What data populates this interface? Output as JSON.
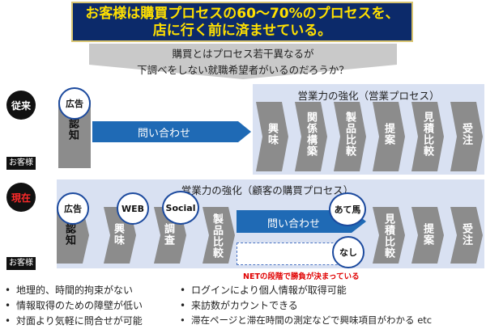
{
  "banner": {
    "line1": "お客様は購買プロセスの60～70%のプロセスを、",
    "line2": "店に行く前に済ませている。"
  },
  "subnote": {
    "line1": "購買とはプロセス若干異なるが",
    "line2": "下調べをしない就職希望者がいるのだろうか？"
  },
  "before": {
    "tag": "従来",
    "customer_label": "お客様",
    "ad_circle": "広告",
    "awareness": "認知",
    "inquiry": "問い合わせ",
    "panel_title": "営業力の強化（営業プロセス）",
    "steps": [
      "興味",
      "関係構築",
      "製品比較",
      "提案",
      "見積比較",
      "受注"
    ]
  },
  "current": {
    "tag": "現在",
    "customer_label": "お客様",
    "panel_title": "営業力の強化（顧客の購買プロセス）",
    "circles": {
      "ad": "広告",
      "web": "WEB",
      "social": "Social",
      "ateuma": "あて馬",
      "nashi": "なし"
    },
    "awareness": "認知",
    "interest": "興味",
    "research": "調査",
    "compare": "製品比較",
    "inquiry": "問い合わせ",
    "steps": [
      "見積比較",
      "提案",
      "受注"
    ],
    "net_note": "NETの段階で勝負が決まっている"
  },
  "bullets_left": [
    "地理的、時間的拘束がない",
    "情報取得のための障壁が低い",
    "対面より気軽に問合せが可能"
  ],
  "bullets_right": [
    "ログインにより個人情報が取得可能",
    "来訪数がカウントできる",
    "滞在ページと滞在時間の測定などで興味項目がわかる etc"
  ],
  "bullet_mark": "•",
  "colors": {
    "banner_bg": "#0c2a6a",
    "banner_text": "#ffe000",
    "panel": "#d9e1f2",
    "chevron_gray": "#8c8c8c",
    "arrow_blue": "#1f6ab5",
    "red": "#e00000"
  }
}
